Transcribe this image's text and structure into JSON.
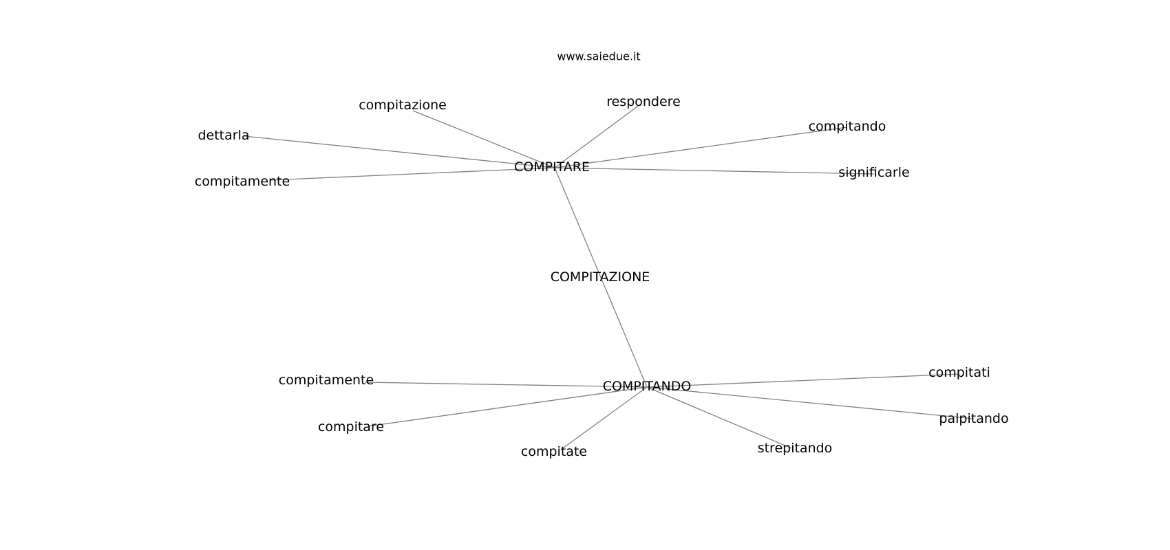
{
  "site_title": "www.saiedue.it",
  "nodes": [
    {
      "id": "compitazione_center",
      "label": "COMPITAZIONE"
    },
    {
      "id": "compitare_hub",
      "label": "COMPITARE"
    },
    {
      "id": "compitando_hub",
      "label": "COMPITANDO"
    },
    {
      "id": "compitazione",
      "label": "compitazione"
    },
    {
      "id": "respondere",
      "label": "respondere"
    },
    {
      "id": "compitando",
      "label": "compitando"
    },
    {
      "id": "dettarla",
      "label": "dettarla"
    },
    {
      "id": "significarle",
      "label": "significarle"
    },
    {
      "id": "compitamente_top",
      "label": "compitamente"
    },
    {
      "id": "compitamente_bottom",
      "label": "compitamente"
    },
    {
      "id": "compitati",
      "label": "compitati"
    },
    {
      "id": "compitare",
      "label": "compitare"
    },
    {
      "id": "palpitando",
      "label": "palpitando"
    },
    {
      "id": "compitate",
      "label": "compitate"
    },
    {
      "id": "strepitando",
      "label": "strepitando"
    }
  ],
  "edges": [
    [
      "compitare_hub",
      "compitando_hub"
    ],
    [
      "compitare_hub",
      "compitazione"
    ],
    [
      "compitare_hub",
      "respondere"
    ],
    [
      "compitare_hub",
      "compitando"
    ],
    [
      "compitare_hub",
      "dettarla"
    ],
    [
      "compitare_hub",
      "significarle"
    ],
    [
      "compitare_hub",
      "compitamente_top"
    ],
    [
      "compitando_hub",
      "compitamente_bottom"
    ],
    [
      "compitando_hub",
      "compitati"
    ],
    [
      "compitando_hub",
      "compitare"
    ],
    [
      "compitando_hub",
      "palpitando"
    ],
    [
      "compitando_hub",
      "compitate"
    ],
    [
      "compitando_hub",
      "strepitando"
    ]
  ]
}
